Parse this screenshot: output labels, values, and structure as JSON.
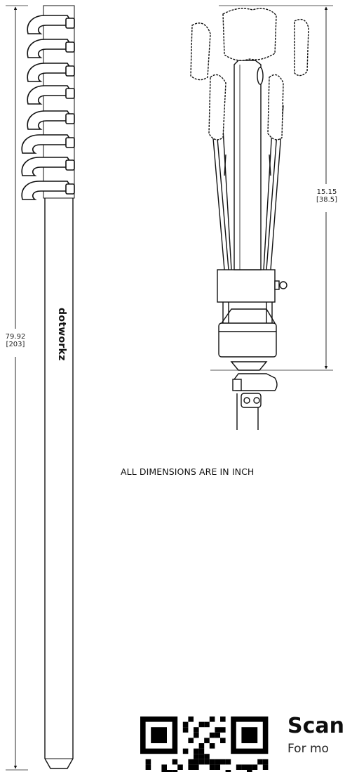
{
  "dimensions": {
    "overall_length": "79.92",
    "overall_length_metric": "[203]",
    "head_length": "15.15",
    "head_length_metric": "[38.5]"
  },
  "brand": {
    "logo_text": "dotworkz"
  },
  "note": {
    "units": "ALL DIMENSIONS ARE IN INCH"
  },
  "qr": {
    "title": "Scan",
    "subtitle": "For mo"
  }
}
